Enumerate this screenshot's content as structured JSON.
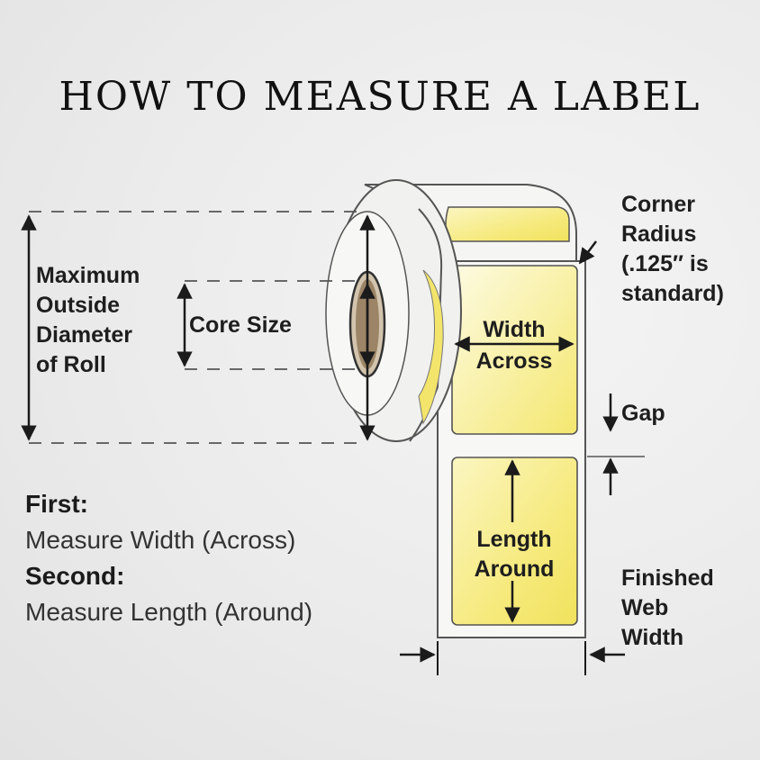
{
  "title": "HOW TO MEASURE A LABEL",
  "labels": {
    "max_diameter": [
      "Maximum",
      "Outside",
      "Diameter",
      "of Roll"
    ],
    "core_size": "Core Size",
    "corner_radius": [
      "Corner",
      "Radius",
      "(.125″ is",
      "standard)"
    ],
    "width_across": [
      "Width",
      "Across"
    ],
    "gap": "Gap",
    "length_around": [
      "Length",
      "Around"
    ],
    "finished_web_width": [
      "Finished",
      "Web",
      "Width"
    ]
  },
  "instructions": {
    "first_heading": "First:",
    "first_text": "Measure Width (Across)",
    "second_heading": "Second:",
    "second_text": "Measure Length (Around)"
  },
  "colors": {
    "label_fill": "#f7ec8a",
    "roll_edge": "#555555",
    "background": "#ececec"
  }
}
